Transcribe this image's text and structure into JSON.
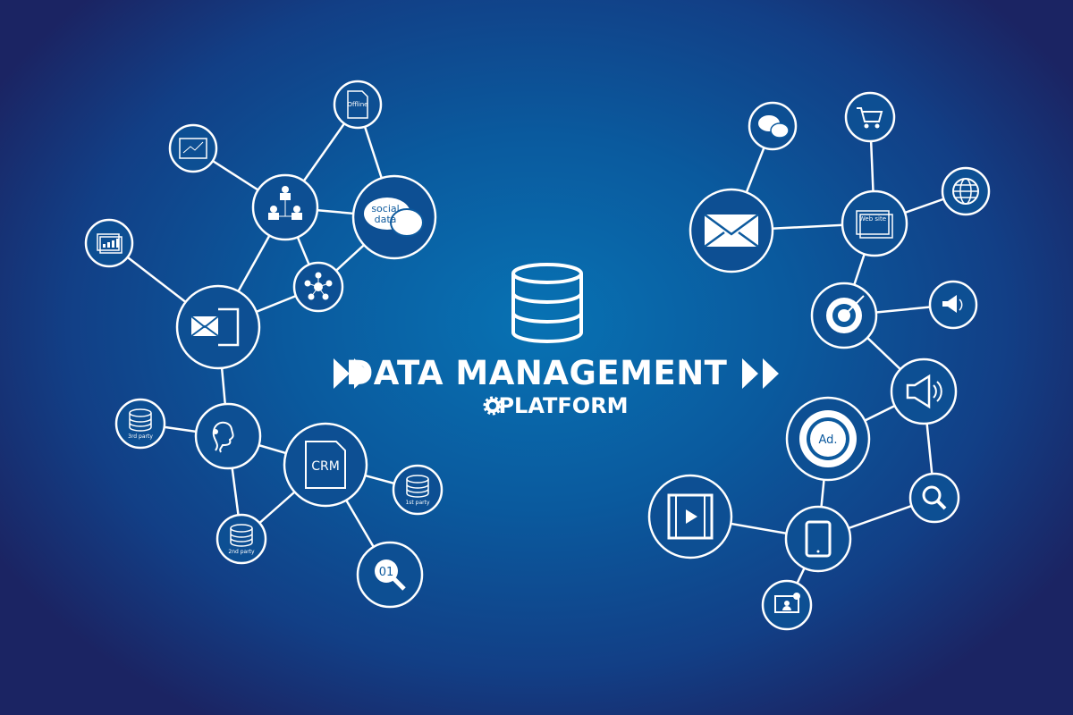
{
  "header": {
    "title": "DATA MANAGEMENT",
    "subtitle": "PLATFORM"
  },
  "left_nodes": {
    "offline": "Offline",
    "social_line1": "social",
    "social_line2": "data",
    "ad": "Ad.",
    "third": "3rd party",
    "second": "2nd party",
    "first": "1st party",
    "crm": "CRM",
    "binary": "01"
  },
  "right_nodes": {
    "website": "Web site",
    "ad": "Ad."
  },
  "colors": {
    "line": "#ffffff",
    "bg_center": "#0872b3",
    "bg_edge": "#1b2463"
  }
}
